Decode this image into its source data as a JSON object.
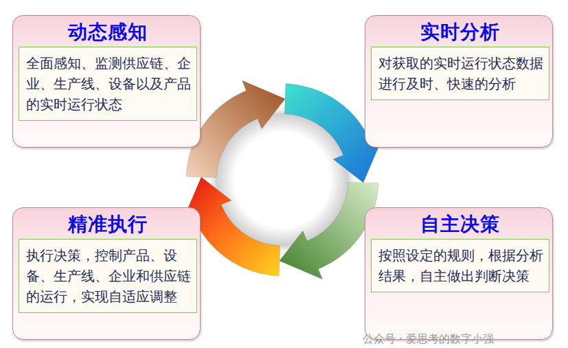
{
  "diagram": {
    "nodes": [
      {
        "text": [
          "动态感知",
          "全面感知、监测供应链、企业、生产线、设备以及产品的实时运行状态"
        ]
      },
      {
        "text": [
          "实时分析",
          "对获取的实时运行状态数据进行及时、快速的分析"
        ]
      },
      {
        "text": [
          "精准执行",
          "执行决策，控制产品、设备、生产线、企业和供应链的运行，实现自适应调整"
        ]
      },
      {
        "text": [
          "自主决策",
          "按照设定的规则，根据分析结果，自主做出判断决策"
        ]
      }
    ],
    "labels": [
      "公众号 · 爱思考的数字小强"
    ]
  }
}
